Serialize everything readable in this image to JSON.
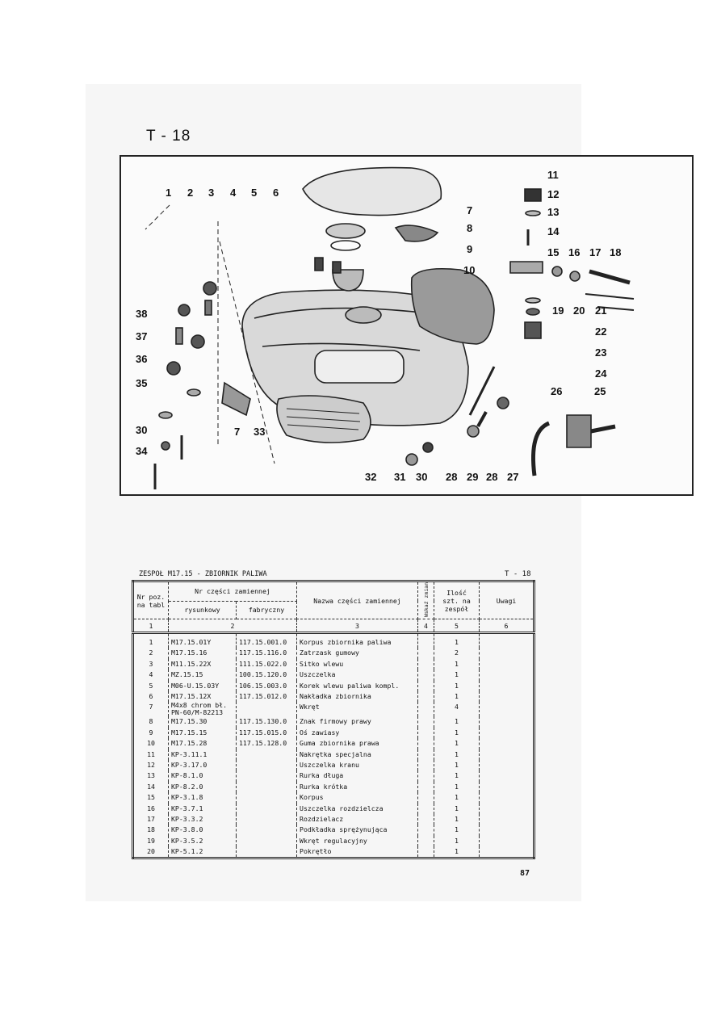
{
  "page_label": "T - 18",
  "figure": {
    "callouts": [
      {
        "n": "1"
      },
      {
        "n": "2"
      },
      {
        "n": "3"
      },
      {
        "n": "4"
      },
      {
        "n": "5"
      },
      {
        "n": "6"
      },
      {
        "n": "7"
      },
      {
        "n": "8"
      },
      {
        "n": "9"
      },
      {
        "n": "10"
      },
      {
        "n": "11"
      },
      {
        "n": "12"
      },
      {
        "n": "13"
      },
      {
        "n": "14"
      },
      {
        "n": "15"
      },
      {
        "n": "16"
      },
      {
        "n": "17"
      },
      {
        "n": "18"
      },
      {
        "n": "19"
      },
      {
        "n": "20"
      },
      {
        "n": "21"
      },
      {
        "n": "22"
      },
      {
        "n": "23"
      },
      {
        "n": "24"
      },
      {
        "n": "25"
      },
      {
        "n": "26"
      },
      {
        "n": "27"
      },
      {
        "n": "28"
      },
      {
        "n": "29"
      },
      {
        "n": "28"
      },
      {
        "n": "30"
      },
      {
        "n": "31"
      },
      {
        "n": "32"
      },
      {
        "n": "33"
      },
      {
        "n": "7"
      },
      {
        "n": "38"
      },
      {
        "n": "37"
      },
      {
        "n": "36"
      },
      {
        "n": "35"
      },
      {
        "n": "30"
      },
      {
        "n": "34"
      }
    ]
  },
  "table": {
    "title": "ZESPOŁ M17.15 - ZBIORNIK PALIWA",
    "code": "T - 18",
    "headers": {
      "nr_poz": "Nr poz. na tabl",
      "nr_czesci": "Nr części zamiennej",
      "rysunkowy": "rysunkowy",
      "fabryczny": "fabryczny",
      "nazwa": "Nazwa części zamiennej",
      "wskaz_zmian": "Wskaź zmian",
      "ilosc": "Ilość szt. na zespół",
      "uwagi": "Uwagi"
    },
    "col_numbers": [
      "1",
      "2",
      "3",
      "4",
      "5",
      "6"
    ],
    "rows": [
      {
        "poz": "1",
        "rys": "M17.15.01Y",
        "fab": "117.15.001.0",
        "nazwa": "Korpus zbiornika paliwa",
        "ilosc": "1"
      },
      {
        "poz": "2",
        "rys": "M17.15.16",
        "fab": "117.15.116.0",
        "nazwa": "Zatrzask gumowy",
        "ilosc": "2"
      },
      {
        "poz": "3",
        "rys": "M11.15.22X",
        "fab": "111.15.022.0",
        "nazwa": "Sitko wlewu",
        "ilosc": "1"
      },
      {
        "poz": "4",
        "rys": "MZ.15.15",
        "fab": "100.15.120.0",
        "nazwa": "Uszczelka",
        "ilosc": "1"
      },
      {
        "poz": "5",
        "rys": "M06-U.15.03Y",
        "fab": "106.15.003.0",
        "nazwa": "Korek wlewu paliwa kompl.",
        "ilosc": "1"
      },
      {
        "poz": "6",
        "rys": "M17.15.12X",
        "fab": "117.15.012.0",
        "nazwa": "Nakładka zbiornika",
        "ilosc": "1"
      },
      {
        "poz": "7",
        "rys": "M4x8 chrom bł. PN-60/M-82213",
        "fab": "",
        "nazwa": "Wkręt",
        "ilosc": "4"
      },
      {
        "poz": "8",
        "rys": "M17.15.30",
        "fab": "117.15.130.0",
        "nazwa": "Znak firmowy prawy",
        "ilosc": "1"
      },
      {
        "poz": "9",
        "rys": "M17.15.15",
        "fab": "117.15.015.0",
        "nazwa": "Oś zawiasy",
        "ilosc": "1"
      },
      {
        "poz": "10",
        "rys": "M17.15.28",
        "fab": "117.15.128.0",
        "nazwa": "Guma zbiornika prawa",
        "ilosc": "1"
      },
      {
        "poz": "11",
        "rys": "KP-3.11.1",
        "fab": "",
        "nazwa": "Nakrętka specjalna",
        "ilosc": "1"
      },
      {
        "poz": "12",
        "rys": "KP-3.17.0",
        "fab": "",
        "nazwa": "Uszczelka kranu",
        "ilosc": "1"
      },
      {
        "poz": "13",
        "rys": "KP-8.1.0",
        "fab": "",
        "nazwa": "Rurka długa",
        "ilosc": "1"
      },
      {
        "poz": "14",
        "rys": "KP-8.2.0",
        "fab": "",
        "nazwa": "Rurka krótka",
        "ilosc": "1"
      },
      {
        "poz": "15",
        "rys": "KP-3.1.8",
        "fab": "",
        "nazwa": "Korpus",
        "ilosc": "1"
      },
      {
        "poz": "16",
        "rys": "KP-3.7.1",
        "fab": "",
        "nazwa": "Uszczelka rozdzielcza",
        "ilosc": "1"
      },
      {
        "poz": "17",
        "rys": "KP-3.3.2",
        "fab": "",
        "nazwa": "Rozdzielacz",
        "ilosc": "1"
      },
      {
        "poz": "18",
        "rys": "KP-3.8.0",
        "fab": "",
        "nazwa": "Podkładka sprężynująca",
        "ilosc": "1"
      },
      {
        "poz": "19",
        "rys": "KP-3.5.2",
        "fab": "",
        "nazwa": "Wkręt regulacyjny",
        "ilosc": "1"
      },
      {
        "poz": "20",
        "rys": "KP-5.1.2",
        "fab": "",
        "nazwa": "Pokrętło",
        "ilosc": "1"
      }
    ]
  },
  "page_number": "87"
}
